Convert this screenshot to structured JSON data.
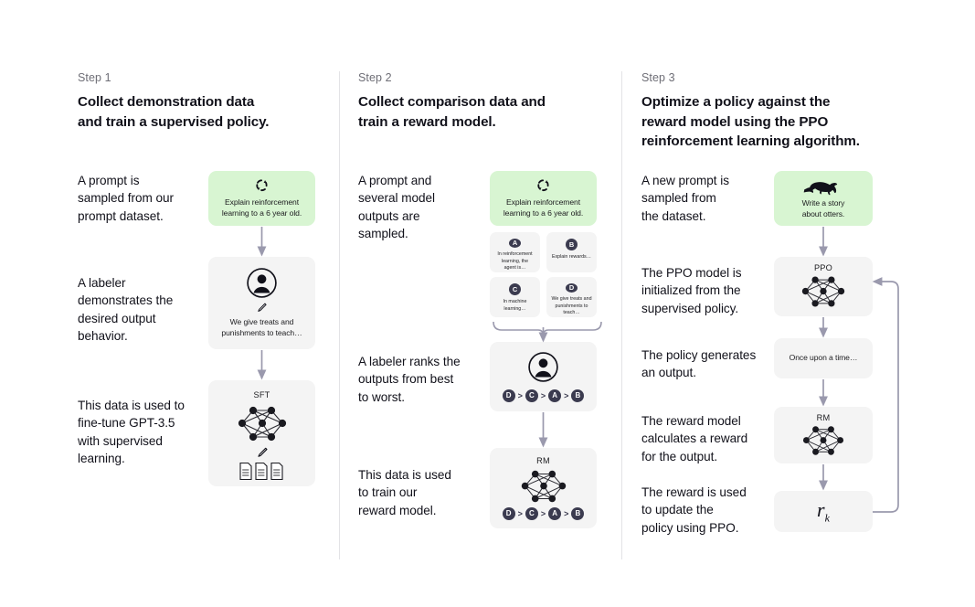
{
  "diagram": {
    "title": "ChatGPT / InstructGPT training method (RLHF) three-step diagram",
    "accent_green": "#d8f5d2",
    "card_gray": "#f4f4f4",
    "badge_color": "#3b3b4f",
    "arrow_color": "#9a99ad",
    "divider_color": "#e3e3e6"
  },
  "steps": [
    {
      "label": "Step 1",
      "title": "Collect demonstration data\nand train a supervised policy.",
      "captions": [
        "A prompt is\nsampled from our\nprompt dataset.",
        "A labeler\ndemonstrates the\ndesired output\nbehavior.",
        "This data is used to\nfine-tune GPT-3.5\nwith supervised\nlearning."
      ],
      "cards": [
        {
          "name": "prompt-card",
          "kind": "green",
          "icon": "refresh-dashed-icon",
          "text": "Explain reinforcement\nlearning to a 6 year old."
        },
        {
          "name": "labeler-card",
          "kind": "gray",
          "icon": "person-avatar-icon",
          "sub_icon": "pencil-icon",
          "text": "We give treats and\npunishments to teach…"
        },
        {
          "name": "sft-card",
          "kind": "gray",
          "icon": "neural-net-icon",
          "caption": "SFT",
          "sub_icon": "pencil-icon",
          "extra_icon": "documents-icon"
        }
      ]
    },
    {
      "label": "Step 2",
      "title": "Collect comparison data and\ntrain a reward model.",
      "captions": [
        "A prompt and\nseveral model\noutputs are\nsampled.",
        "A labeler ranks the\noutputs from best\nto worst.",
        "This data is used\nto train our\nreward model."
      ],
      "cards": [
        {
          "name": "prompt-card",
          "kind": "green",
          "icon": "refresh-dashed-icon",
          "text": "Explain reinforcement\nlearning to a 6 year old."
        },
        {
          "name": "ranking-card",
          "kind": "gray",
          "icon": "person-avatar-icon",
          "ranking": [
            "D",
            "C",
            "A",
            "B"
          ]
        },
        {
          "name": "rm-card",
          "kind": "gray",
          "icon": "neural-net-icon",
          "caption": "RM",
          "ranking": [
            "D",
            "C",
            "A",
            "B"
          ]
        }
      ],
      "outputs": [
        {
          "badge": "A",
          "text": "In reinforcement\nlearning, the\nagent is…"
        },
        {
          "badge": "B",
          "text": "Explain rewards…"
        },
        {
          "badge": "C",
          "text": "In machine\nlearning…"
        },
        {
          "badge": "D",
          "text": "We give treats and\npunishments to\nteach…"
        }
      ]
    },
    {
      "label": "Step 3",
      "title": "Optimize a policy against the\nreward model using the PPO\nreinforcement learning algorithm.",
      "captions": [
        "A new prompt is\nsampled from\nthe dataset.",
        "The PPO model is\ninitialized from the\nsupervised policy.",
        "The policy generates\nan output.",
        "The reward model\ncalculates a reward\nfor the output.",
        "The reward is used\nto update the\npolicy using PPO."
      ],
      "cards": [
        {
          "name": "new-prompt-card",
          "kind": "green",
          "icon": "otter-icon",
          "text": "Write a story\nabout otters."
        },
        {
          "name": "ppo-card",
          "kind": "gray",
          "icon": "neural-net-icon",
          "caption": "PPO"
        },
        {
          "name": "output-card",
          "kind": "gray",
          "text": "Once upon a time…"
        },
        {
          "name": "rm-card",
          "kind": "gray",
          "icon": "neural-net-icon",
          "caption": "RM"
        },
        {
          "name": "reward-card",
          "kind": "gray",
          "reward_symbol": "r",
          "reward_subscript": "k"
        }
      ]
    }
  ]
}
